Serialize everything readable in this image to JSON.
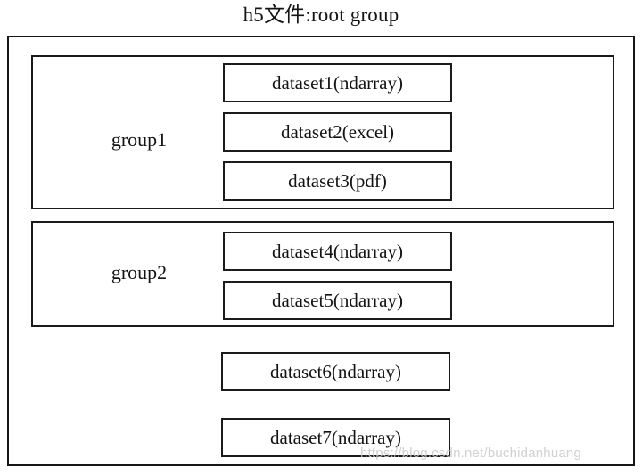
{
  "diagram": {
    "title": "h5文件:root group",
    "type": "hierarchy-tree",
    "root": {
      "name": "root group",
      "groups": [
        {
          "label": "group1",
          "datasets": [
            {
              "label": "dataset1(ndarray)",
              "name": "dataset1",
              "kind": "ndarray"
            },
            {
              "label": "dataset2(excel)",
              "name": "dataset2",
              "kind": "excel"
            },
            {
              "label": "dataset3(pdf)",
              "name": "dataset3",
              "kind": "pdf"
            }
          ]
        },
        {
          "label": "group2",
          "datasets": [
            {
              "label": "dataset4(ndarray)",
              "name": "dataset4",
              "kind": "ndarray"
            },
            {
              "label": "dataset5(ndarray)",
              "name": "dataset5",
              "kind": "ndarray"
            }
          ]
        }
      ],
      "loose_datasets": [
        {
          "label": "dataset6(ndarray)",
          "name": "dataset6",
          "kind": "ndarray"
        },
        {
          "label": "dataset7(ndarray)",
          "name": "dataset7",
          "kind": "ndarray"
        }
      ]
    },
    "watermark": "https://blog.csdn.net/buchidanhuang",
    "colors": {
      "background": "#ffffff",
      "border": "#1a1a1a",
      "text": "#131313",
      "watermark": "#c9c9c9"
    }
  }
}
